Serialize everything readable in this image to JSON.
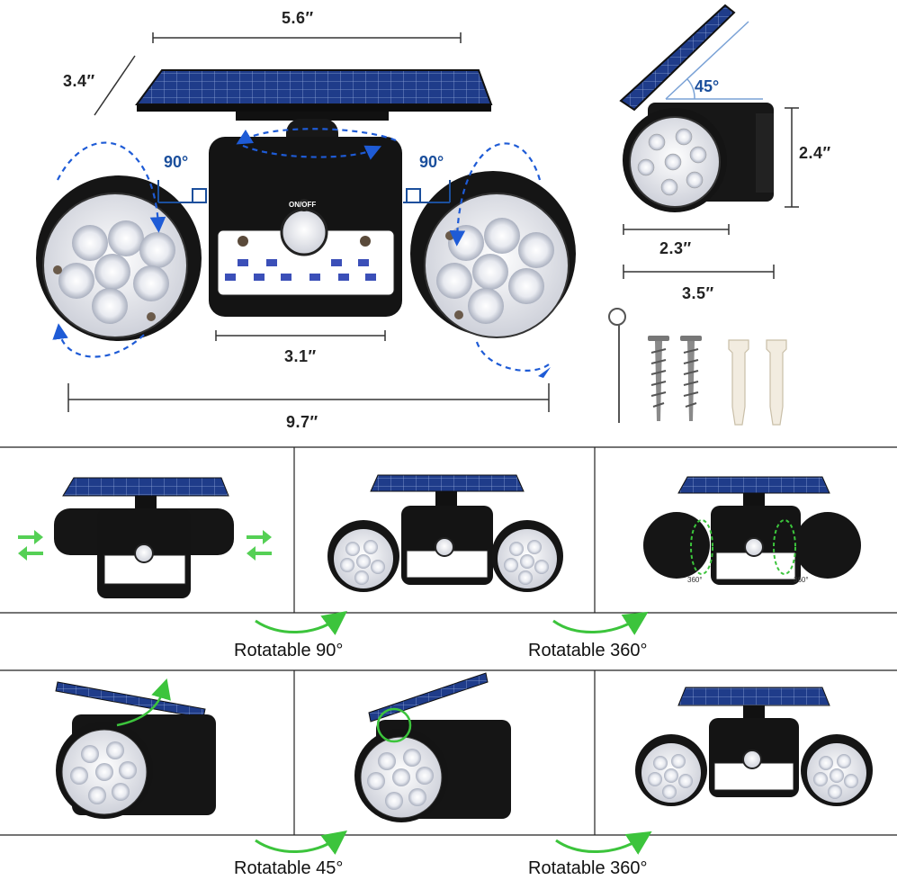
{
  "dimensions": {
    "top_width": "5.6″",
    "panel_depth": "3.4″",
    "body_width": "3.1″",
    "total_width": "9.7″",
    "side_height": "2.4″",
    "side_depth": "2.3″",
    "side_total": "3.5″"
  },
  "angles": {
    "left": "90°",
    "right": "90°",
    "panel_tilt": "45°"
  },
  "switch_label": "ON/OFF",
  "small_rotation": "360°",
  "captions": {
    "row1_left": "Rotatable 90°",
    "row1_right": "Rotatable 360°",
    "row2_left": "Rotatable 45°",
    "row2_right": "Rotatable 360°"
  },
  "icons": [
    "solar-panel-icon",
    "rotation-arrow-icon",
    "screw-icon",
    "wall-anchor-icon",
    "pin-icon"
  ],
  "colors": {
    "accent_blue": "#1b4f9c",
    "arrow_green": "#3cc43c",
    "panel_blue": "#1f3c8a",
    "device_black": "#141414"
  }
}
